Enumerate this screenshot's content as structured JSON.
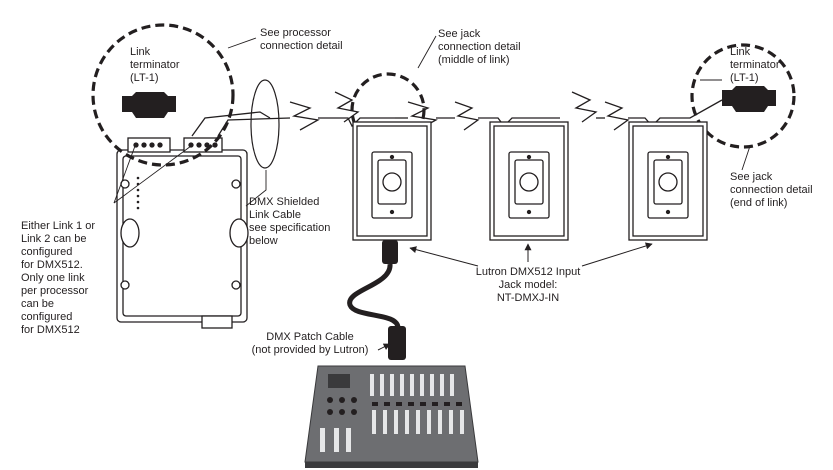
{
  "labels": {
    "lt_left_1": "Link",
    "lt_left_2": "terminator",
    "lt_left_3": "(LT-1)",
    "lt_right_1": "Link",
    "lt_right_2": "terminator",
    "lt_right_3": "(LT-1)",
    "proc_detail_1": "See processor",
    "proc_detail_2": "connection detail",
    "jack_mid_1": "See jack",
    "jack_mid_2": "connection detail",
    "jack_mid_3": "(middle of link)",
    "jack_end_1": "See jack",
    "jack_end_2": "connection detail",
    "jack_end_3": "(end of link)",
    "cable_1": "DMX Shielded",
    "cable_2": "Link Cable",
    "cable_3": "see specification",
    "cable_4": "below",
    "either_1": "Either Link 1 or",
    "either_2": "Link 2 can be",
    "either_3": "configured",
    "either_4": "for DMX512.",
    "either_5": "Only one link",
    "either_6": "per processor",
    "either_7": "can be",
    "either_8": "configured",
    "either_9": "for DMX512",
    "jack_model_1": "Lutron DMX512 Input",
    "jack_model_2": "Jack model:",
    "jack_model_3": "NT-DMXJ-IN",
    "patch_1": "DMX Patch Cable",
    "patch_2": "(not provided by Lutron)"
  },
  "colors": {
    "line": "#231f20",
    "console": "#6d6e71",
    "console_dark": "#3a3a3c"
  }
}
